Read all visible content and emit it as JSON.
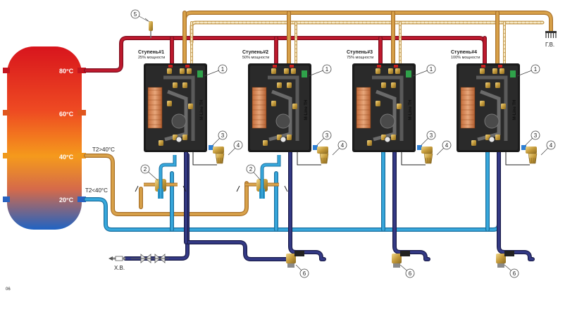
{
  "tank": {
    "temps": [
      "80°C",
      "60°C",
      "40°C",
      "20°C"
    ],
    "colors": {
      "top": "#e01e24",
      "mid": "#f39a1e",
      "bottom": "#1f6fc0"
    }
  },
  "thresholds": {
    "high": "T2>40°C",
    "low": "T2<40°C"
  },
  "stages": [
    {
      "title": "Ступень#1",
      "power": "25% мощности"
    },
    {
      "title": "Ступень#2",
      "power": "50% мощности"
    },
    {
      "title": "Ступень#3",
      "power": "75% мощности"
    },
    {
      "title": "Ступень#4",
      "power": "100% мощности"
    }
  ],
  "module_label": "M-Line TH",
  "hot_water_label": "Г.В.",
  "cold_water_label": "Х.В.",
  "callouts": {
    "module": "1",
    "mixing_valve": "2",
    "part3": "3",
    "part4": "4",
    "sensor": "5",
    "valve": "6"
  },
  "footnote": "06",
  "colors": {
    "hot_red": "#b5162b",
    "dhw_orange": "#d59b3c",
    "return_blue": "#2e9fd3",
    "cold_navy": "#2c2f6e",
    "module_bg": "#1b1b1b",
    "brass": "#c8a047"
  }
}
